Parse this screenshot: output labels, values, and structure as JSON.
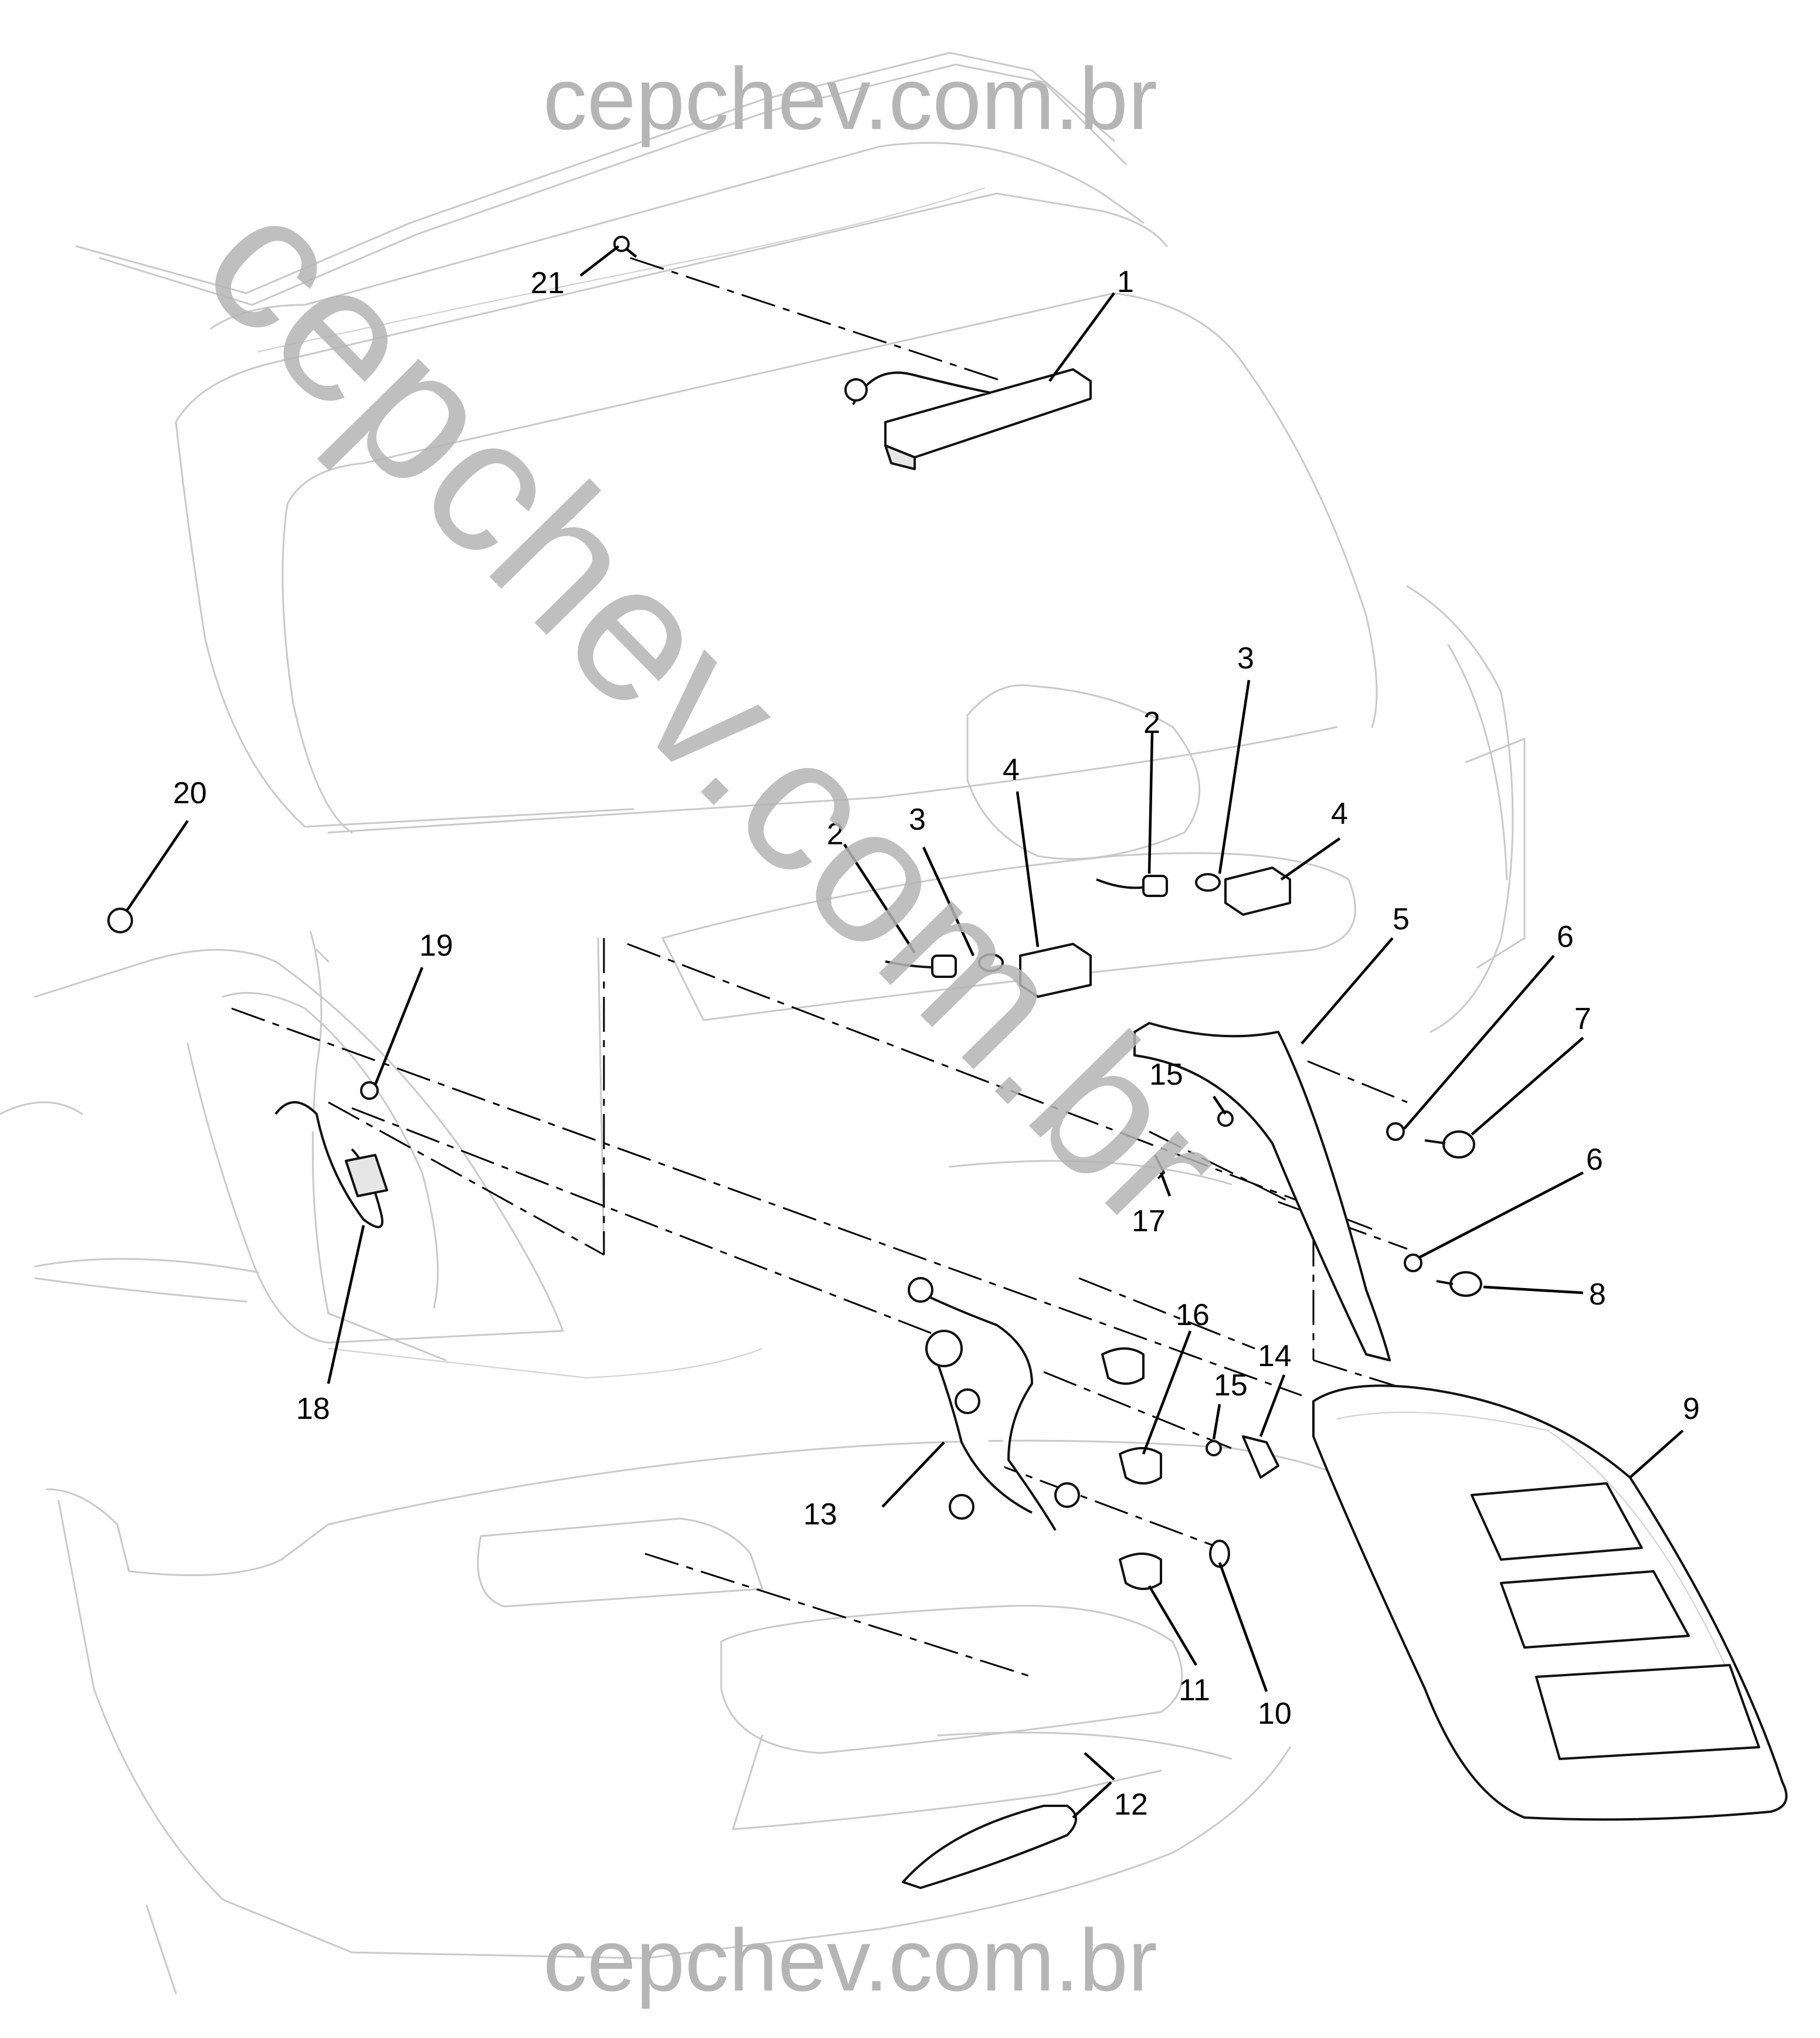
{
  "watermarks": {
    "top": "cepchev.com.br",
    "bottom": "cepchev.com.br",
    "diagonal": "cepchev.com.br"
  },
  "callouts": {
    "c1": "1",
    "c2a": "2",
    "c2b": "2",
    "c3a": "3",
    "c3b": "3",
    "c4a": "4",
    "c4b": "4",
    "c5": "5",
    "c6a": "6",
    "c6b": "6",
    "c7": "7",
    "c8": "8",
    "c9": "9",
    "c10": "10",
    "c11": "11",
    "c12": "12",
    "c13": "13",
    "c14": "14",
    "c15a": "15",
    "c15b": "15",
    "c16": "16",
    "c17": "17",
    "c18": "18",
    "c19": "19",
    "c20": "20",
    "c21": "21"
  },
  "colors": {
    "outline": "#c9c9c9",
    "parts": "#111111",
    "watermark": "#b5b5b5"
  }
}
